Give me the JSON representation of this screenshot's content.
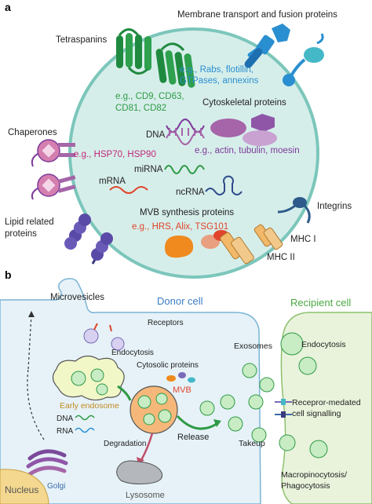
{
  "panel_a": {
    "label": "a",
    "membrane_transport": "Membrane transport and fusion proteins",
    "tetraspanins": "Tetraspanins",
    "eg_rabs": "e.g., Rabs, flotillin,",
    "gtpases": "GTPases, annexins",
    "eg_cd9": "e.g., CD9, CD63,",
    "cd81": "CD81, CD82",
    "cytoskeletal": "Cytoskeletal proteins",
    "chaperones": "Chaperones",
    "dna": "DNA",
    "eg_hsp": "e.g., HSP70, HSP90",
    "eg_actin": "e.g., actin, tubulin, moesin",
    "mirna": "miRNA",
    "mrna": "mRNA",
    "ncrna": "ncRNA",
    "integrins": "Integrins",
    "lipid_related": "Lipid related",
    "proteins": "proteins",
    "mvb_synthesis": "MVB synthesis proteins",
    "eg_hrs": "e.g., HRS, Alix, TSG101",
    "mhc1": "MHC I",
    "mhc2": "MHC II"
  },
  "panel_b": {
    "label": "b",
    "microvesicles": "Microvesicles",
    "donor_cell": "Donor cell",
    "recipient_cell": "Recipient cell",
    "receptors": "Receptors",
    "exosomes": "Exosomes",
    "endocytosis_donor": "Endocytosis",
    "endocytosis_recipient": "Endocytosis",
    "cytosolic": "Cytosolic proteins",
    "early_endosome": "Early endosome",
    "mvb": "MVB",
    "dna": "DNA",
    "rna": "RNA",
    "release": "Release",
    "degradation": "Degradation",
    "receptor_mediated": "Recepror-medated",
    "cell_signalling": "cell signalling",
    "takeup": "Takeup",
    "lysosome": "Lysosome",
    "golgi": "Golgi",
    "nucleus": "Nucleus",
    "macropinocytosis": "Macropinocytosis/",
    "phagocytosis": "Phagocytosis"
  },
  "colors": {
    "vesicle_fill": "#d6eeea",
    "vesicle_stroke": "#7cc6bb",
    "green_text": "#2e9a45",
    "blue_text": "#2a8fd0",
    "magenta_text": "#c0287a",
    "purple_text": "#7c3a9a",
    "red_text": "#e0452b",
    "donor_fill": "#e6f2f8",
    "recipient_fill": "#e9f3dc",
    "donor_title": "#3a7dc6",
    "recipient_title": "#4aa843"
  }
}
